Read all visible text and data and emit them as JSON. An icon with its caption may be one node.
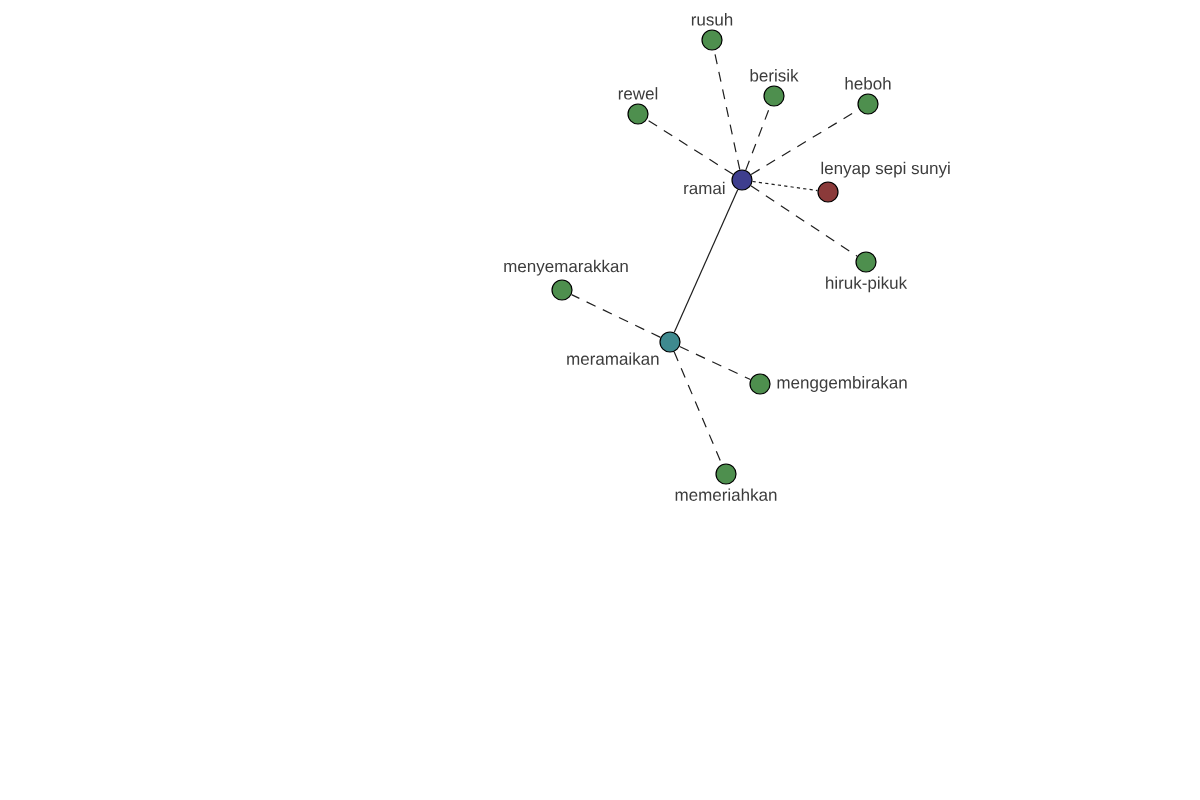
{
  "diagram": {
    "nodes": [
      {
        "text": [
          "rusuh"
        ]
      },
      {
        "text": [
          "berisik"
        ]
      },
      {
        "text": [
          "heboh"
        ]
      },
      {
        "text": [
          "rewel"
        ]
      },
      {
        "text": [
          "ramai"
        ]
      },
      {
        "text": [
          "lenyap sepi sunyi"
        ]
      },
      {
        "text": [
          "hiruk-pikuk"
        ]
      },
      {
        "text": [
          "menyemarakkan"
        ]
      },
      {
        "text": [
          "meramaikan"
        ]
      },
      {
        "text": [
          "menggembirakan"
        ]
      },
      {
        "text": [
          "memeriahkan"
        ]
      }
    ],
    "edges": [
      {
        "from": 4,
        "to": 0,
        "arrow": "none",
        "style": "dashed"
      },
      {
        "from": 4,
        "to": 1,
        "arrow": "none",
        "style": "dashed"
      },
      {
        "from": 4,
        "to": 2,
        "arrow": "none",
        "style": "dashed"
      },
      {
        "from": 4,
        "to": 3,
        "arrow": "none",
        "style": "dashed"
      },
      {
        "from": 4,
        "to": 5,
        "arrow": "none",
        "style": "dashed"
      },
      {
        "from": 4,
        "to": 6,
        "arrow": "none",
        "style": "dashed"
      },
      {
        "from": 4,
        "to": 8,
        "arrow": "none"
      },
      {
        "from": 8,
        "to": 7,
        "arrow": "none",
        "style": "dashed"
      },
      {
        "from": 8,
        "to": 9,
        "arrow": "none",
        "style": "dashed"
      },
      {
        "from": 8,
        "to": 10,
        "arrow": "none",
        "style": "dashed"
      }
    ]
  }
}
